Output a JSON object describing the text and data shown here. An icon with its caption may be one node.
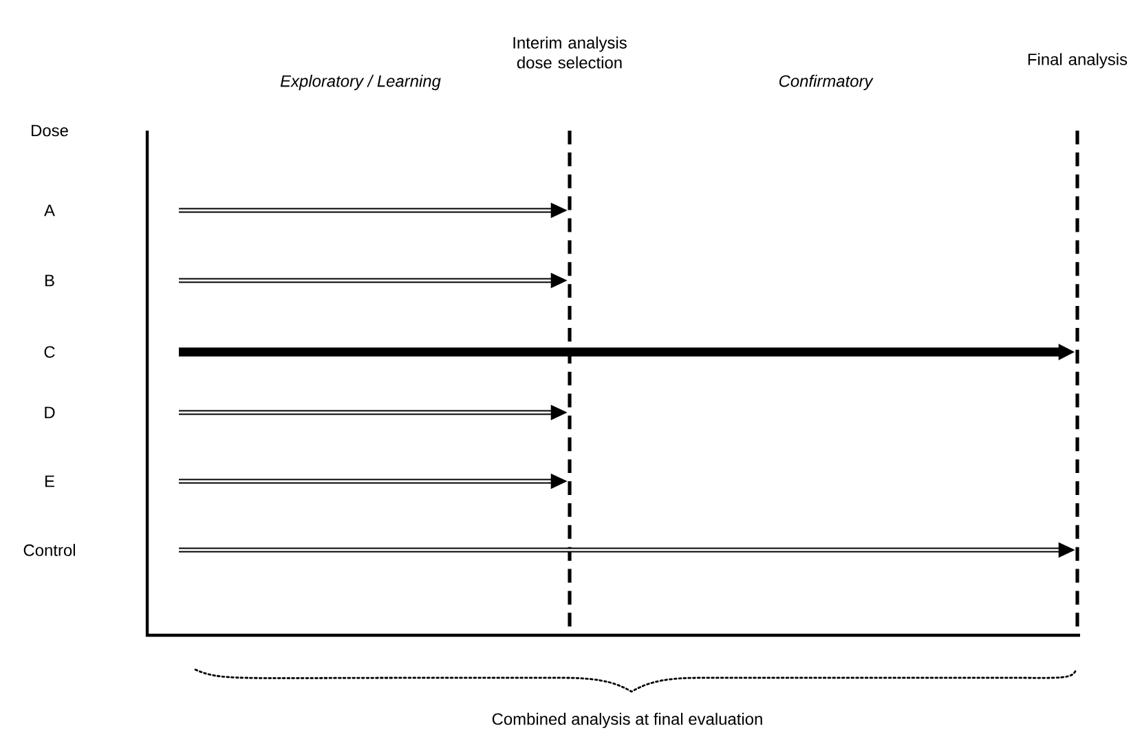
{
  "diagram": {
    "nodes": [
      {
        "text": [
          "Interim analysis dose selection"
        ]
      },
      {
        "text": [
          "Final analysis"
        ]
      }
    ],
    "edges": [
      {
        "from": null,
        "to": 0,
        "arrow": "to"
      },
      {
        "from": null,
        "to": 0,
        "arrow": "to"
      },
      {
        "from": null,
        "to": 1,
        "arrow": "to",
        "style": "thick"
      },
      {
        "from": null,
        "to": 0,
        "arrow": "to"
      },
      {
        "from": null,
        "to": 0,
        "arrow": "to"
      },
      {
        "from": null,
        "to": 1,
        "arrow": "to"
      }
    ],
    "labels": [
      "Exploratory / Learning",
      "Confirmatory",
      "Dose",
      "A",
      "B",
      "C",
      "D",
      "E",
      "Control",
      "Combined analysis at final evaluation"
    ]
  }
}
